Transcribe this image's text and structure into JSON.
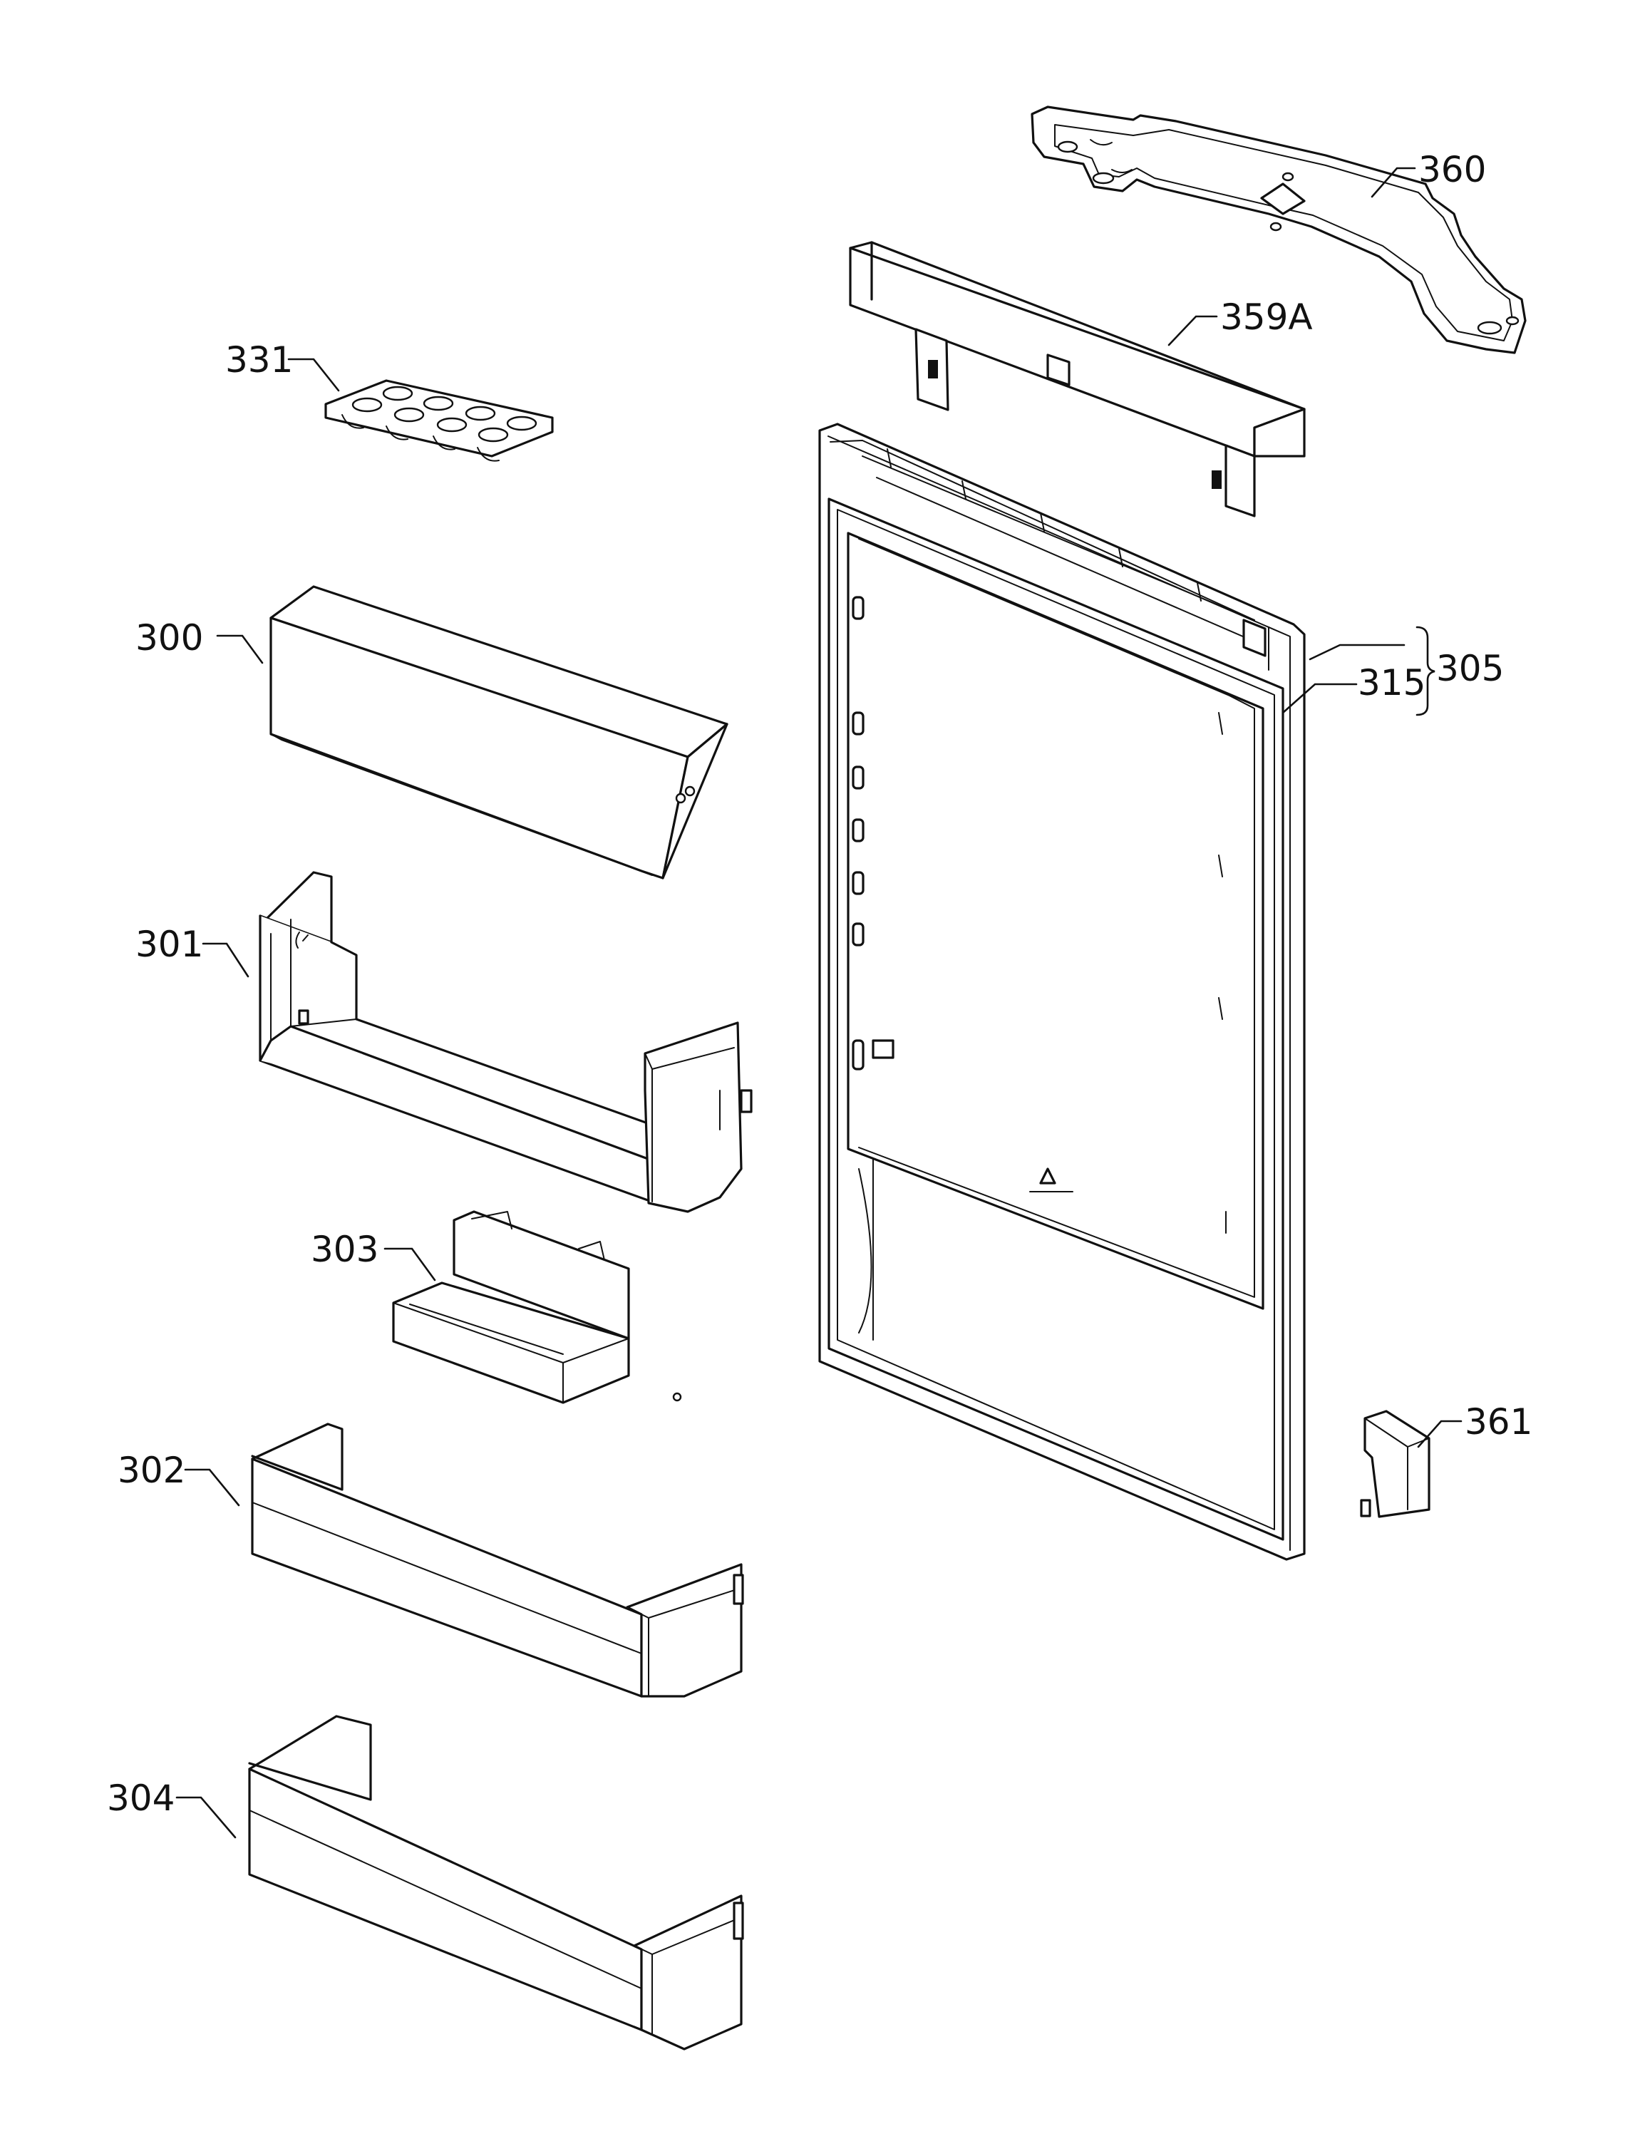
{
  "callouts": {
    "c360": "360",
    "c359a": "359A",
    "c331": "331",
    "c300": "300",
    "c305": "305",
    "c315": "315",
    "c301": "301",
    "c303": "303",
    "c361": "361",
    "c302": "302",
    "c304": "304"
  },
  "colors": {
    "ink": "#111111",
    "paper": "#ffffff"
  }
}
